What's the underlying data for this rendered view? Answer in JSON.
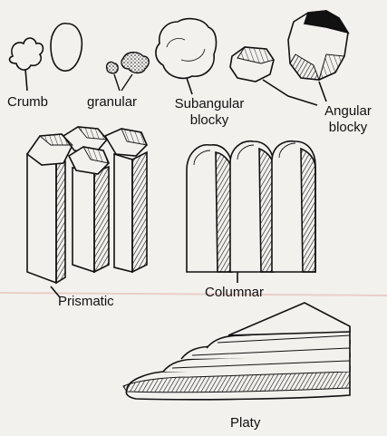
{
  "labels": {
    "crumb": "Crumb",
    "granular": "granular",
    "subangular_line1": "Subangular",
    "subangular_line2": "blocky",
    "angular_line1": "Angular",
    "angular_line2": "blocky",
    "prismatic": "Prismatic",
    "columnar": "Columnar",
    "platy": "Platy"
  },
  "colors": {
    "background": "#f3f1ee",
    "ink": "#111111",
    "faint_line": "#e4b7b2"
  }
}
